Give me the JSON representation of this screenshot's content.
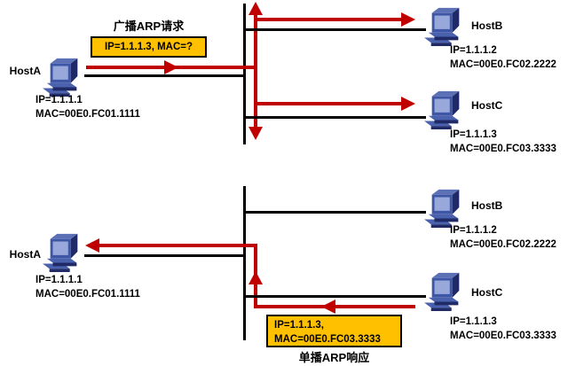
{
  "top": {
    "title": "广播ARP请求",
    "callout": "IP=1.1.1.3, MAC=?",
    "hostA": {
      "name": "HostA",
      "ip": "IP=1.1.1.1",
      "mac": "MAC=00E0.FC01.1111"
    },
    "hostB": {
      "name": "HostB",
      "ip": "IP=1.1.1.2",
      "mac": "MAC=00E0.FC02.2222"
    },
    "hostC": {
      "name": "HostC",
      "ip": "IP=1.1.1.3",
      "mac": "MAC=00E0.FC03.3333"
    }
  },
  "bottom": {
    "title": "单播ARP响应",
    "callout_line1": "IP=1.1.1.3,",
    "callout_line2": "MAC=00E0.FC03.3333",
    "hostA": {
      "name": "HostA",
      "ip": "IP=1.1.1.1",
      "mac": "MAC=00E0.FC01.1111"
    },
    "hostB": {
      "name": "HostB",
      "ip": "IP=1.1.1.2",
      "mac": "MAC=00E0.FC02.2222"
    },
    "hostC": {
      "name": "HostC",
      "ip": "IP=1.1.1.3",
      "mac": "MAC=00E0.FC03.3333"
    }
  },
  "colors": {
    "arrow_red": "#C00000",
    "line_black": "#000000",
    "callout_yellow": "#FFC000",
    "icon_front": "#3E56A6",
    "icon_screen": "#99A8DA",
    "icon_dark": "#1F2A66",
    "icon_top": "#5C70B6",
    "icon_base": "#4A61AE"
  }
}
